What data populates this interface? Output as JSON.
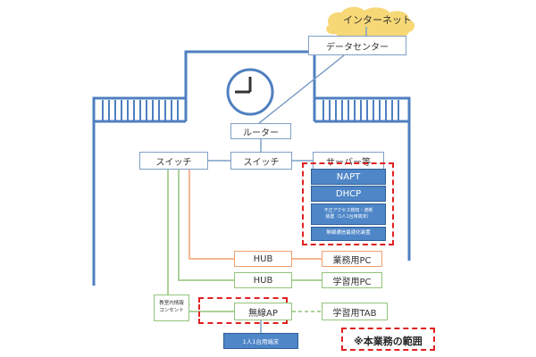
{
  "colors": {
    "building": "#4f7fc0",
    "cloud": "#f7d877",
    "orange_line": "#f0a070",
    "green_line": "#92c47a",
    "blue_box": "#4e86c8",
    "dashed_red": "#e02020",
    "node_border": "#7f9fc6"
  },
  "internet": "インターネット",
  "data_center": "データセンター",
  "router": "ルーター",
  "switch_left": "スイッチ",
  "switch_center": "スイッチ",
  "server": "サーバー等",
  "napt": "NAPT",
  "dhcp": "DHCP",
  "fraud_device_line1": "不正アクセス検知・遮断",
  "fraud_device_line2": "装置（1人1台用端末）",
  "wireless_device": "無線通信最適化装置",
  "hub_business": "HUB",
  "business_pc": "業務用PC",
  "hub_learning": "HUB",
  "learning_pc": "学習用PC",
  "outlet_line1": "教室内情報",
  "outlet_line2": "コンセント",
  "wireless_ap": "無線AP",
  "learning_tab": "学習用TAB",
  "terminal": "1人1台用端末",
  "scope_label": "※本業務の範囲"
}
